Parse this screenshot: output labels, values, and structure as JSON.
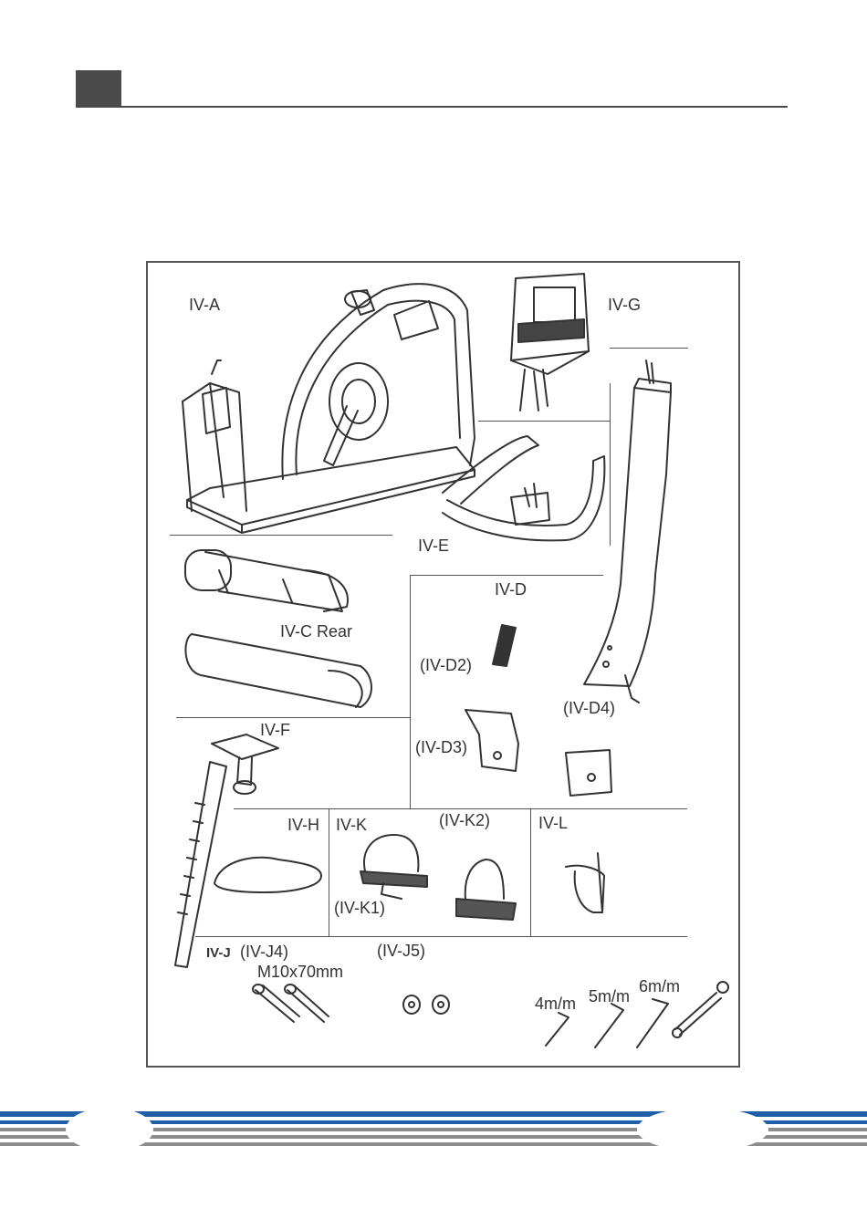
{
  "labels": {
    "iv_a": "IV-A",
    "iv_g": "IV-G",
    "iv_e": "IV-E",
    "iv_d": "IV-D",
    "iv_c_rear": "IV-C Rear",
    "iv_d2": "(IV-D2)",
    "iv_d4": "(IV-D4)",
    "iv_f": "IV-F",
    "iv_d3": "(IV-D3)",
    "iv_h": "IV-H",
    "iv_k": "IV-K",
    "iv_k2": "(IV-K2)",
    "iv_l": "IV-L",
    "iv_k1": "(IV-K1)",
    "iv_j": "IV-J",
    "iv_j4": "(IV-J4)",
    "iv_j5": "(IV-J5)",
    "bolt_size": "M10x70mm",
    "key_4": "4m/m",
    "key_5": "5m/m",
    "key_6": "6m/m"
  },
  "colors": {
    "header_block": "#4a4a4a",
    "footer_blue": "#1f5fa8",
    "footer_gray": "#8c8c8c"
  }
}
